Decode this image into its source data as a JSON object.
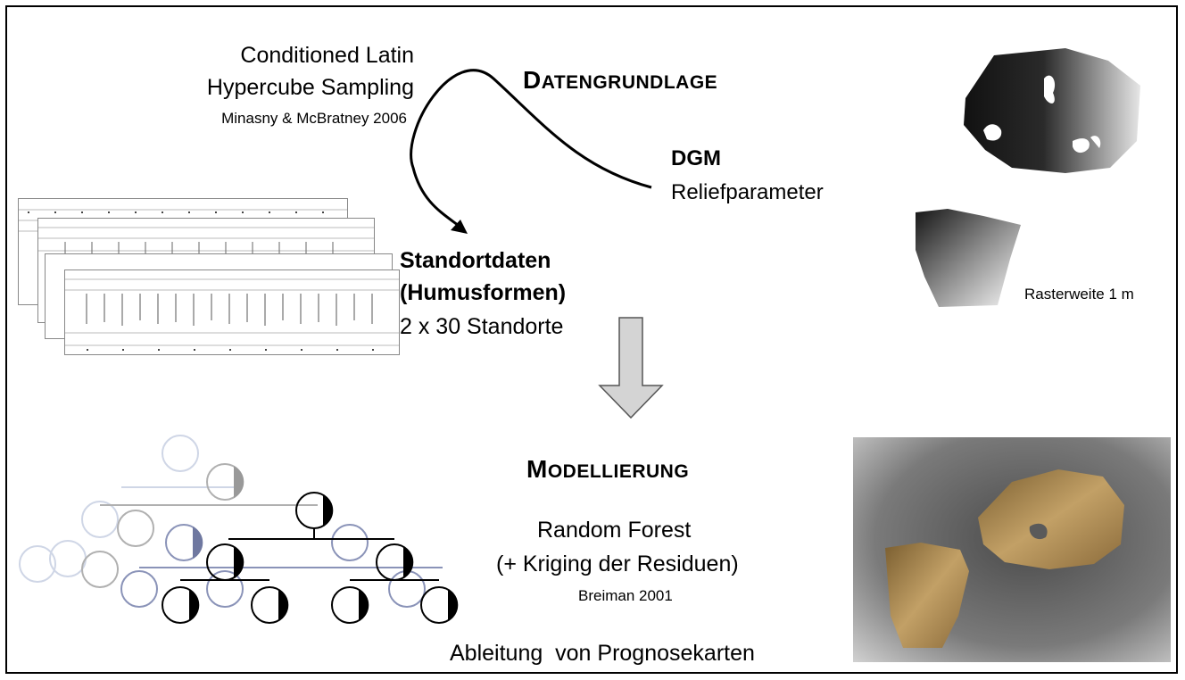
{
  "sampling": {
    "line1": "Conditioned Latin",
    "line2": "Hypercube Sampling",
    "citation": "Minasny & McBratney 2006"
  },
  "section1": {
    "first": "D",
    "rest": "ATENGRUNDLAGE"
  },
  "dgm": {
    "title": "DGM",
    "subtitle": "Reliefparameter"
  },
  "standort": {
    "line1": "Standortdaten",
    "line2": "(Humusformen)",
    "line3": "2 x 30 Standorte"
  },
  "raster_label": "Rasterweite 1 m",
  "section2": {
    "first": "M",
    "rest": "ODELLIERUNG"
  },
  "model": {
    "line1": "Random Forest",
    "line2": "(+ Kriging der Residuen)",
    "citation": "Breiman 2001",
    "output": "Ableitung  von Prognosekarten"
  },
  "colors": {
    "arrow_fill": "#d4d4d4",
    "gold": "#a8874c",
    "tree_blue": "#8a93b8"
  }
}
